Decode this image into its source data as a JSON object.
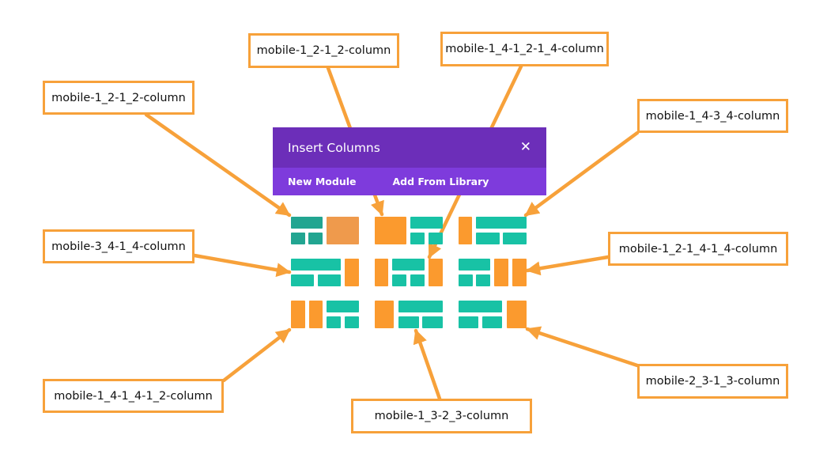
{
  "modal": {
    "title": "Insert Columns",
    "close_icon": "close-icon",
    "tabs": [
      {
        "label": "New Module"
      },
      {
        "label": "Add From Library"
      }
    ]
  },
  "callouts": [
    {
      "label": "mobile-1_2-1_2-column"
    },
    {
      "label": "mobile-1_2-1_2-column"
    },
    {
      "label": "mobile-1_4-1_2-1_4-column"
    },
    {
      "label": "mobile-1_4-3_4-column"
    },
    {
      "label": "mobile-3_4-1_4-column"
    },
    {
      "label": "mobile-1_2-1_4-1_4-column"
    },
    {
      "label": "mobile-1_4-1_4-1_2-column"
    },
    {
      "label": "mobile-1_3-2_3-column"
    },
    {
      "label": "mobile-2_3-1_3-column"
    }
  ],
  "colors": {
    "accent_orange": "#fb9a2e",
    "teal": "#18c2a5",
    "header_purple": "#6c2eb9",
    "tab_purple": "#7e3bdc",
    "callout_border": "#f7a13a"
  }
}
